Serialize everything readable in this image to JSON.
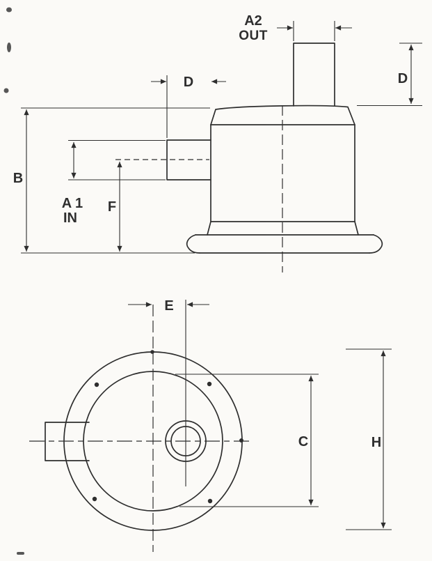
{
  "page": {
    "background": "#fbfaf7",
    "ink": "#2e2e2e"
  },
  "drawing": {
    "side_view": {
      "labels": {
        "a2": "A2",
        "out": "OUT",
        "d_left": "D",
        "d_right": "D",
        "b": "B",
        "a1": "A 1",
        "in": "IN",
        "f": "F"
      }
    },
    "plan_view": {
      "labels": {
        "e": "E",
        "c": "C",
        "h": "H"
      }
    }
  }
}
